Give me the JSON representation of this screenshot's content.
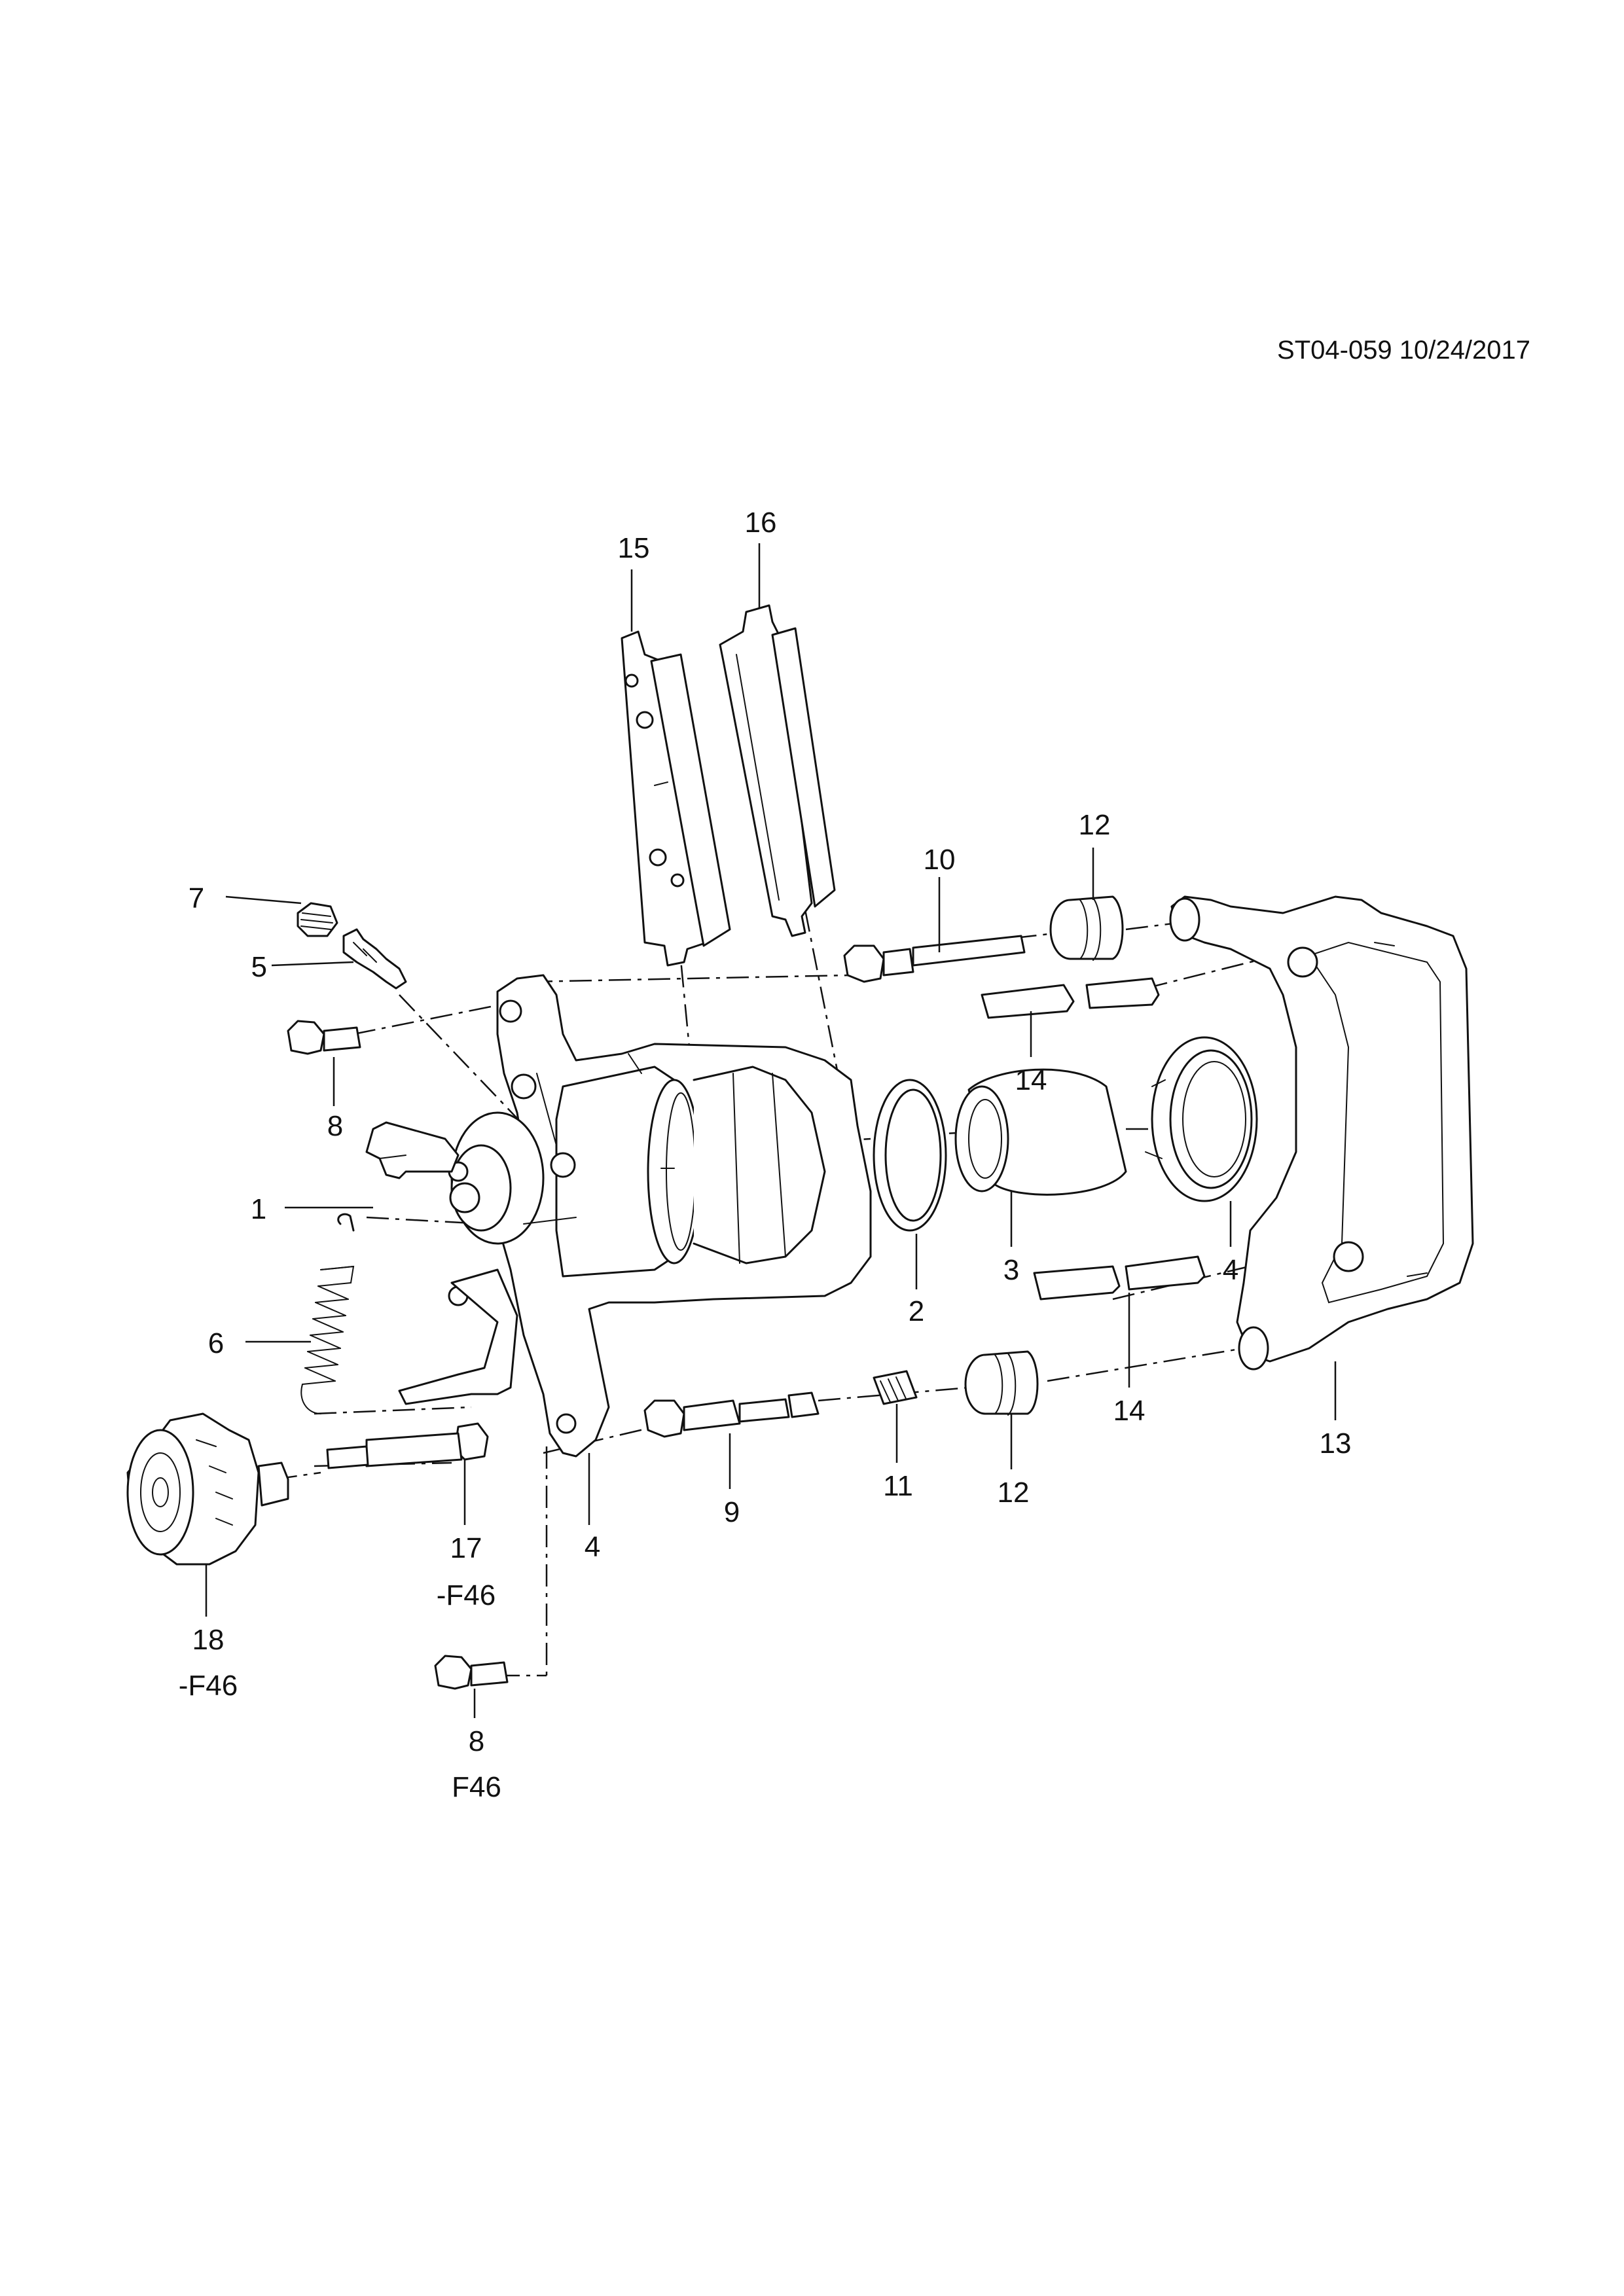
{
  "drawing_ref": "ST04-059 10/24/2017",
  "callouts": [
    {
      "id": "c1",
      "number": "1",
      "note": ""
    },
    {
      "id": "c2",
      "number": "2",
      "note": ""
    },
    {
      "id": "c3",
      "number": "3",
      "note": ""
    },
    {
      "id": "c4a",
      "number": "4",
      "note": ""
    },
    {
      "id": "c4b",
      "number": "4",
      "note": ""
    },
    {
      "id": "c5",
      "number": "5",
      "note": ""
    },
    {
      "id": "c6",
      "number": "6",
      "note": ""
    },
    {
      "id": "c7",
      "number": "7",
      "note": ""
    },
    {
      "id": "c8a",
      "number": "8",
      "note": ""
    },
    {
      "id": "c8b",
      "number": "8",
      "note": "F46"
    },
    {
      "id": "c9",
      "number": "9",
      "note": ""
    },
    {
      "id": "c10",
      "number": "10",
      "note": ""
    },
    {
      "id": "c11",
      "number": "11",
      "note": ""
    },
    {
      "id": "c12a",
      "number": "12",
      "note": ""
    },
    {
      "id": "c12b",
      "number": "12",
      "note": ""
    },
    {
      "id": "c13",
      "number": "13",
      "note": ""
    },
    {
      "id": "c14a",
      "number": "14",
      "note": ""
    },
    {
      "id": "c14b",
      "number": "14",
      "note": ""
    },
    {
      "id": "c15",
      "number": "15",
      "note": ""
    },
    {
      "id": "c16",
      "number": "16",
      "note": ""
    },
    {
      "id": "c17",
      "number": "17",
      "note": "-F46"
    },
    {
      "id": "c18",
      "number": "18",
      "note": "-F46"
    }
  ]
}
